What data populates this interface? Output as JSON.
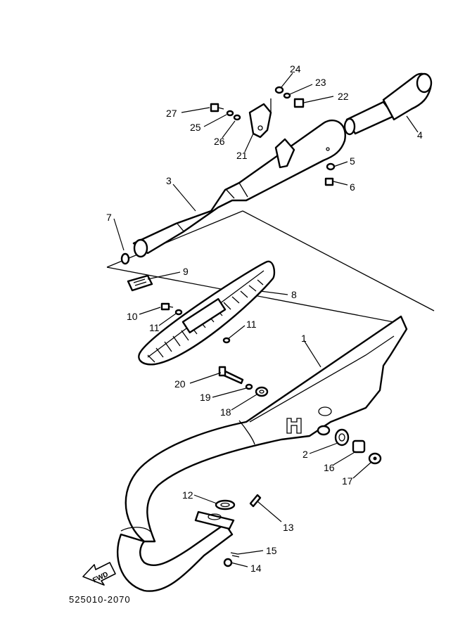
{
  "callouts": [
    {
      "id": "c1",
      "text": "1"
    },
    {
      "id": "c2",
      "text": "2"
    },
    {
      "id": "c3",
      "text": "3"
    },
    {
      "id": "c4",
      "text": "4"
    },
    {
      "id": "c5",
      "text": "5"
    },
    {
      "id": "c6",
      "text": "6"
    },
    {
      "id": "c7",
      "text": "7"
    },
    {
      "id": "c8",
      "text": "8"
    },
    {
      "id": "c9",
      "text": "9"
    },
    {
      "id": "c10",
      "text": "10"
    },
    {
      "id": "c11a",
      "text": "11"
    },
    {
      "id": "c11b",
      "text": "11"
    },
    {
      "id": "c12",
      "text": "12"
    },
    {
      "id": "c13",
      "text": "13"
    },
    {
      "id": "c14",
      "text": "14"
    },
    {
      "id": "c15",
      "text": "15"
    },
    {
      "id": "c16",
      "text": "16"
    },
    {
      "id": "c17",
      "text": "17"
    },
    {
      "id": "c18",
      "text": "18"
    },
    {
      "id": "c19",
      "text": "19"
    },
    {
      "id": "c20",
      "text": "20"
    },
    {
      "id": "c21",
      "text": "21"
    },
    {
      "id": "c22",
      "text": "22"
    },
    {
      "id": "c23",
      "text": "23"
    },
    {
      "id": "c24",
      "text": "24"
    },
    {
      "id": "c25",
      "text": "25"
    },
    {
      "id": "c26",
      "text": "26"
    },
    {
      "id": "c27",
      "text": "27"
    }
  ],
  "direction_arrow": {
    "label": "FWD"
  },
  "diagram_code": "525010-2070"
}
